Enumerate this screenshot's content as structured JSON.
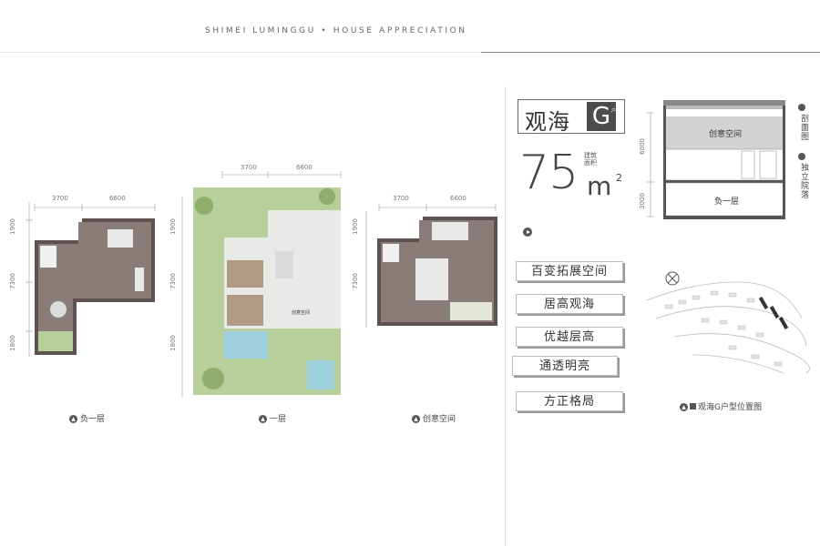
{
  "header": "SHIMEI LUMINGGU • HOUSE APPRECIATION",
  "plans": {
    "basement": {
      "caption": "负一层",
      "dims_top": [
        "3700",
        "6600"
      ],
      "dims_left": [
        "1900",
        "7300",
        "1800"
      ]
    },
    "first": {
      "caption": "一层",
      "dims_top": [
        "3700",
        "6600"
      ],
      "dims_left": [
        "1900",
        "7300",
        "1800"
      ],
      "room_label": "创意空间"
    },
    "creative": {
      "caption": "创意空间",
      "dims_top": [
        "3700",
        "6600"
      ],
      "dims_left": [
        "1900",
        "7300"
      ]
    }
  },
  "unit": {
    "name": "观海",
    "letter": "G",
    "letter_sub": "户型",
    "area": "75",
    "area_label": "建筑面积",
    "area_unit": "m",
    "area_sup": "2"
  },
  "features": [
    "百变拓展空间",
    "居高观海",
    "优越层高",
    "通透明亮",
    "方正格局"
  ],
  "section": {
    "dims_left": [
      "6000",
      "3000"
    ],
    "upper_label": "创意空间",
    "lower_label": "负一层",
    "right_labels": [
      "剖面图",
      "独立院落"
    ]
  },
  "location": {
    "caption": "观海G户型位置图"
  },
  "colors": {
    "room_dark": "#8a7d79",
    "garden_green": "#b7cf9a",
    "pool_blue": "#9fd0e0"
  }
}
